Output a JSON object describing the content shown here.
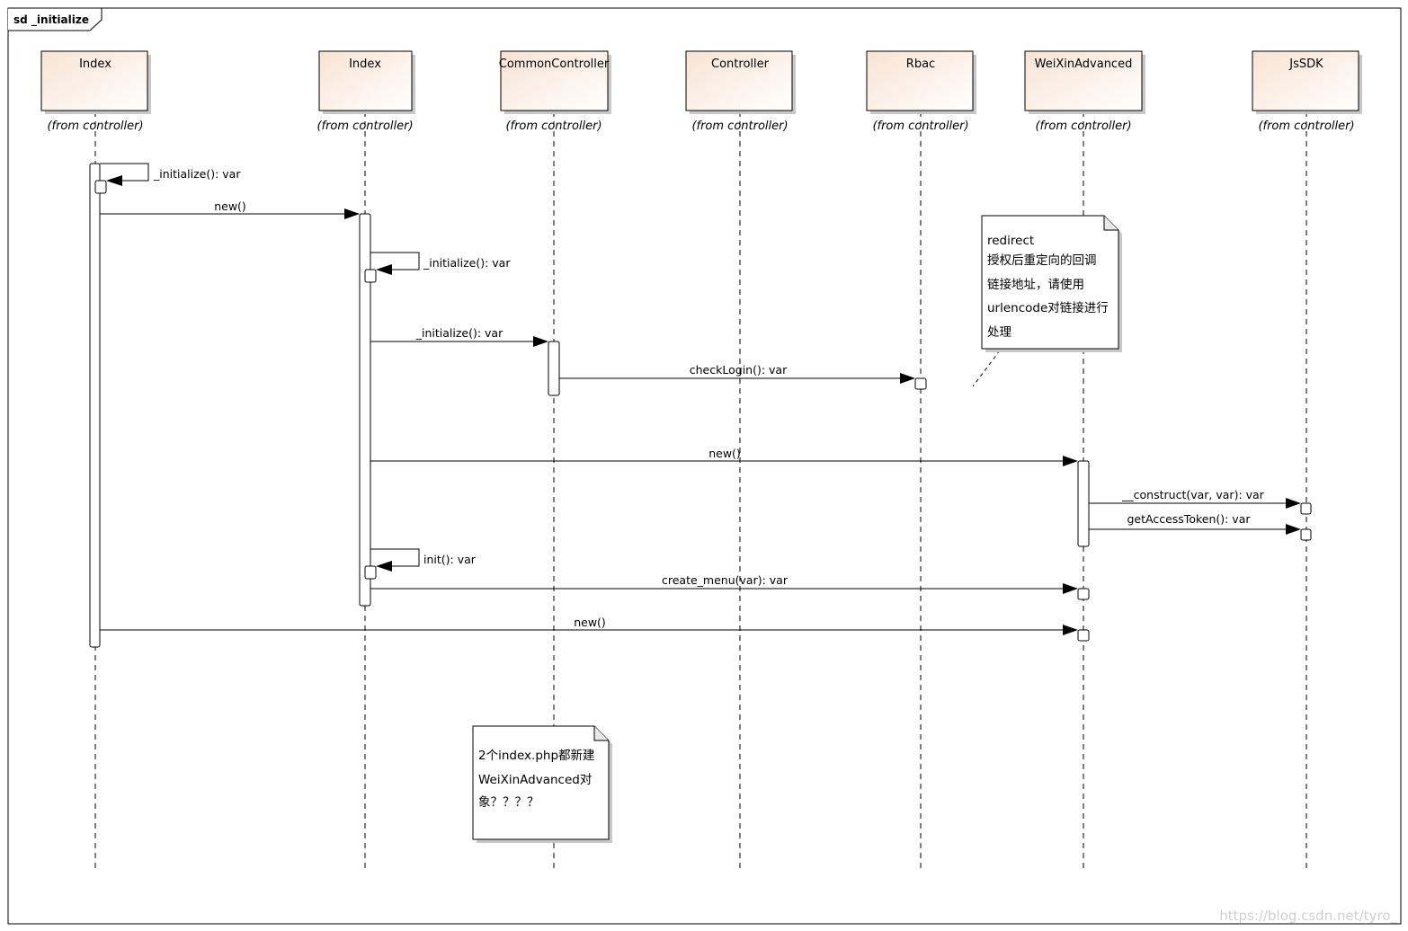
{
  "frame": {
    "title": "sd _initialize"
  },
  "participants": [
    {
      "id": "index1",
      "name": "Index",
      "stereo": "(from controller)"
    },
    {
      "id": "index2",
      "name": "Index",
      "stereo": "(from controller)"
    },
    {
      "id": "common",
      "name": "CommonController",
      "stereo": "(from controller)"
    },
    {
      "id": "controller",
      "name": "Controller",
      "stereo": "(from controller)"
    },
    {
      "id": "rbac",
      "name": "Rbac",
      "stereo": "(from controller)"
    },
    {
      "id": "weixin",
      "name": "WeiXinAdvanced",
      "stereo": "(from controller)"
    },
    {
      "id": "jssdk",
      "name": "JsSDK",
      "stereo": "(from controller)"
    }
  ],
  "messages": [
    {
      "id": "m1",
      "label": "_initialize(): var",
      "from": "index1",
      "to": "index1"
    },
    {
      "id": "m2",
      "label": "new()",
      "from": "index1",
      "to": "index2"
    },
    {
      "id": "m3",
      "label": "_initialize(): var",
      "from": "index2",
      "to": "index2"
    },
    {
      "id": "m4",
      "label": "_initialize(): var",
      "from": "index2",
      "to": "common"
    },
    {
      "id": "m5",
      "label": "checkLogin(): var",
      "from": "common",
      "to": "rbac"
    },
    {
      "id": "m6",
      "label": "new()",
      "from": "index2",
      "to": "weixin"
    },
    {
      "id": "m7",
      "label": "__construct(var, var): var",
      "from": "weixin",
      "to": "jssdk"
    },
    {
      "id": "m8",
      "label": "getAccessToken(): var",
      "from": "weixin",
      "to": "jssdk"
    },
    {
      "id": "m9",
      "label": "init(): var",
      "from": "index2",
      "to": "index2"
    },
    {
      "id": "m10",
      "label": "create_menu(var): var",
      "from": "index2",
      "to": "weixin"
    },
    {
      "id": "m11",
      "label": "new()",
      "from": "index1",
      "to": "weixin"
    }
  ],
  "notes": [
    {
      "id": "note-redirect",
      "lines": [
        "redirect",
        "授权后重定向的回调",
        "链接地址，请使用",
        "urlencode对链接进行",
        "处理"
      ]
    },
    {
      "id": "note-index",
      "lines": [
        "2个index.php都新建",
        "WeiXinAdvanced对",
        "象？？？？"
      ]
    }
  ],
  "watermark": "https://blog.csdn.net/tyro_",
  "colors": {
    "box_fill_top": "#f8e3d3",
    "box_fill_bottom": "#ffffff",
    "line": "#000000",
    "shadow": "#c8c8c8",
    "watermark": "#d0d0d0"
  }
}
